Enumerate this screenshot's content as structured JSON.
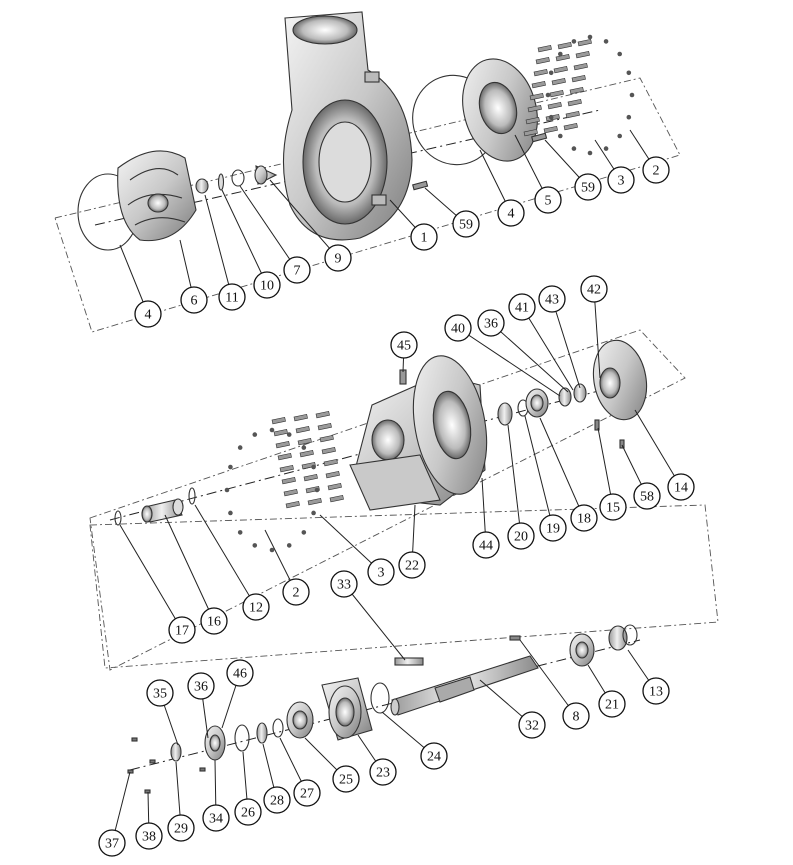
{
  "diagram": {
    "type": "exploded-assembly",
    "colors": {
      "line": "#222222",
      "metal_light": "#e6e6e6",
      "metal_mid": "#bdbdbd",
      "metal_dark": "#7a7a7a"
    },
    "callouts": [
      {
        "id": "c4a",
        "label": "4"
      },
      {
        "id": "c6",
        "label": "6"
      },
      {
        "id": "c11",
        "label": "11"
      },
      {
        "id": "c10",
        "label": "10"
      },
      {
        "id": "c7",
        "label": "7"
      },
      {
        "id": "c9",
        "label": "9"
      },
      {
        "id": "c1",
        "label": "1"
      },
      {
        "id": "c59a",
        "label": "59"
      },
      {
        "id": "c4b",
        "label": "4"
      },
      {
        "id": "c5",
        "label": "5"
      },
      {
        "id": "c59b",
        "label": "59"
      },
      {
        "id": "c3a",
        "label": "3"
      },
      {
        "id": "c2a",
        "label": "2"
      },
      {
        "id": "c45",
        "label": "45"
      },
      {
        "id": "c40",
        "label": "40"
      },
      {
        "id": "c36a",
        "label": "36"
      },
      {
        "id": "c41",
        "label": "41"
      },
      {
        "id": "c43",
        "label": "43"
      },
      {
        "id": "c42",
        "label": "42"
      },
      {
        "id": "c14",
        "label": "14"
      },
      {
        "id": "c58",
        "label": "58"
      },
      {
        "id": "c15",
        "label": "15"
      },
      {
        "id": "c18",
        "label": "18"
      },
      {
        "id": "c19",
        "label": "19"
      },
      {
        "id": "c20",
        "label": "20"
      },
      {
        "id": "c44",
        "label": "44"
      },
      {
        "id": "c22",
        "label": "22"
      },
      {
        "id": "c3b",
        "label": "3"
      },
      {
        "id": "c2b",
        "label": "2"
      },
      {
        "id": "c12",
        "label": "12"
      },
      {
        "id": "c16",
        "label": "16"
      },
      {
        "id": "c17",
        "label": "17"
      },
      {
        "id": "c33",
        "label": "33"
      },
      {
        "id": "c8",
        "label": "8"
      },
      {
        "id": "c21",
        "label": "21"
      },
      {
        "id": "c13",
        "label": "13"
      },
      {
        "id": "c32",
        "label": "32"
      },
      {
        "id": "c24",
        "label": "24"
      },
      {
        "id": "c23",
        "label": "23"
      },
      {
        "id": "c25",
        "label": "25"
      },
      {
        "id": "c27",
        "label": "27"
      },
      {
        "id": "c28",
        "label": "28"
      },
      {
        "id": "c26",
        "label": "26"
      },
      {
        "id": "c34",
        "label": "34"
      },
      {
        "id": "c29",
        "label": "29"
      },
      {
        "id": "c35",
        "label": "35"
      },
      {
        "id": "c36b",
        "label": "36"
      },
      {
        "id": "c46",
        "label": "46"
      },
      {
        "id": "c37",
        "label": "37"
      },
      {
        "id": "c38",
        "label": "38"
      }
    ]
  }
}
